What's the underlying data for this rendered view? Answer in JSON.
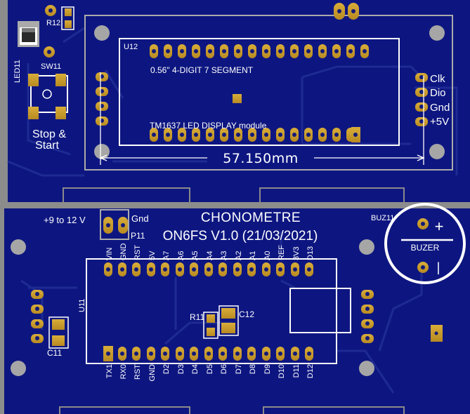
{
  "top_board": {
    "display_module": {
      "ref": "U12",
      "title": "0.56\" 4-DIGIT 7 SEGMENT",
      "subtitle": "TM1637 LED DISPLAY module",
      "pin_labels": [
        "Clk",
        "Dio",
        "Gnd",
        "+5V"
      ]
    },
    "led_ref": "LED11",
    "resistor_ref": "R12",
    "switch_ref": "SW11",
    "switch_label_line1": "Stop &",
    "switch_label_line2": "Start",
    "dimension": "57.150mm"
  },
  "bottom_board": {
    "title_line1": "CHONOMETRE",
    "title_line2": "ON6FS V1.0 (21/03/2021)",
    "power_label": "+9 to 12 V",
    "power_gnd": "Gnd",
    "power_ref": "P11",
    "arduino_ref": "U11",
    "top_pins": [
      "VIN",
      "GND",
      "RST",
      "5V",
      "A7",
      "A6",
      "A5",
      "A4",
      "A3",
      "A2",
      "A1",
      "A0",
      "REF",
      "3V3",
      "D13"
    ],
    "bottom_pins": [
      "TX1",
      "RX0",
      "RST",
      "GND",
      "D2",
      "D3",
      "D4",
      "D5",
      "D6",
      "D7",
      "D8",
      "D9",
      "D10",
      "D11",
      "D12"
    ],
    "r_ref": "R11",
    "c12_ref": "C12",
    "c11_ref": "C11",
    "buzzer_ref": "BUZ11",
    "buzzer_label": "BUZER",
    "buzzer_plus": "+",
    "buzzer_minus": "|"
  },
  "colors": {
    "board": "#0d1680",
    "board_dark": "#0a1270",
    "trace": "#1d2a8f",
    "pad": "#c89b2c",
    "pad_hole": "#121a78",
    "silk": "#ffffff",
    "frame": "#aaaaaa",
    "mount_hole": "#a6a6a6"
  }
}
